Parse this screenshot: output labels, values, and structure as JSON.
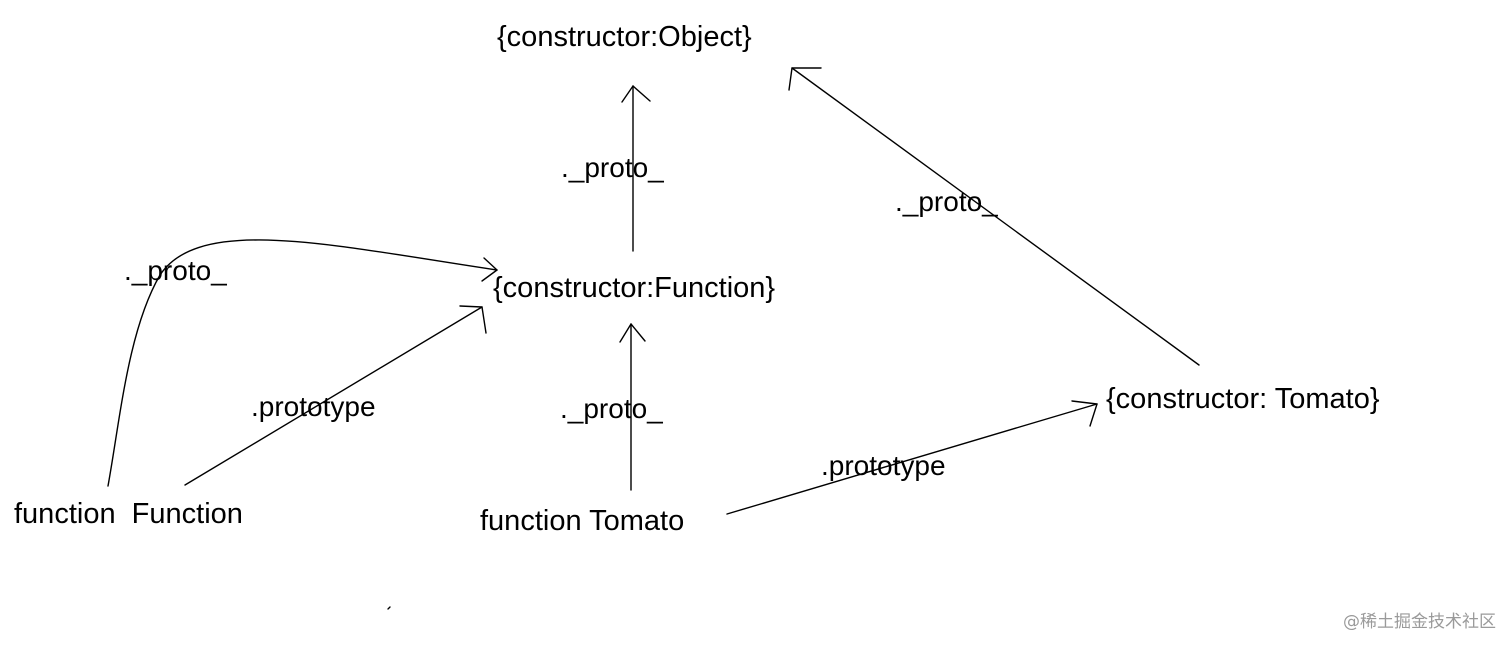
{
  "nodes": {
    "object_proto": "{constructor:Object}",
    "function_proto": "{constructor:Function}",
    "tomato_proto": "{constructor: Tomato}",
    "function_function": "function  Function",
    "function_tomato": "function Tomato"
  },
  "edges": {
    "function_proto_to_object": "._proto_",
    "function_function_proto": "._proto_",
    "function_function_prototype": ".prototype",
    "function_tomato_proto": "._proto_",
    "function_tomato_prototype": ".prototype",
    "tomato_proto_to_object": "._proto_"
  },
  "watermark": "@稀土掘金技术社区",
  "colors": {
    "background": "#ffffff",
    "ink": "#000000",
    "watermark": "#9a9a9a"
  }
}
